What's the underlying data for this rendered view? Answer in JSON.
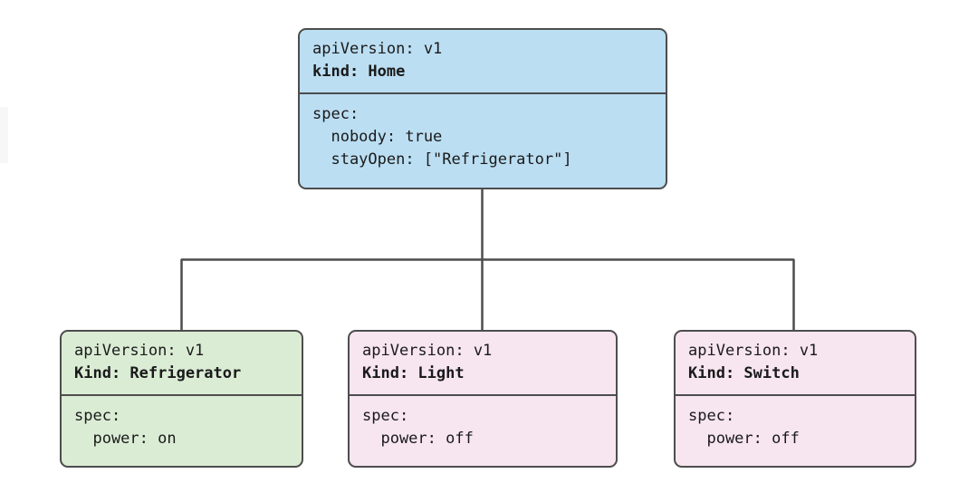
{
  "diagram": {
    "type": "tree",
    "title": "",
    "colors": {
      "border": "#4d4d4d",
      "connector": "#4d4d4d",
      "home_fill": "#bbdef2",
      "refrigerator_fill": "#dbecd5",
      "light_fill": "#f7e5f0",
      "switch_fill": "#f7e5f0",
      "background": "#ffffff",
      "text": "#1a1a1a"
    },
    "nodes": {
      "home": {
        "id": "home",
        "header": {
          "api_version": "apiVersion: v1",
          "kind": "kind: Home"
        },
        "body": {
          "spec": "spec:",
          "nobody": "  nobody: true",
          "stay_open": "  stayOpen: [\"Refrigerator\"]"
        }
      },
      "refrigerator": {
        "id": "refrigerator",
        "header": {
          "api_version": "apiVersion: v1",
          "kind": "Kind: Refrigerator"
        },
        "body": {
          "spec": "spec:",
          "power": "  power: on"
        }
      },
      "light": {
        "id": "light",
        "header": {
          "api_version": "apiVersion: v1",
          "kind": "Kind: Light"
        },
        "body": {
          "spec": "spec:",
          "power": "  power: off"
        }
      },
      "switch": {
        "id": "switch",
        "header": {
          "api_version": "apiVersion: v1",
          "kind": "Kind: Switch"
        },
        "body": {
          "spec": "spec:",
          "power": "  power: off"
        }
      }
    },
    "edges": [
      {
        "from": "home",
        "to": "refrigerator"
      },
      {
        "from": "home",
        "to": "light"
      },
      {
        "from": "home",
        "to": "switch"
      }
    ]
  }
}
